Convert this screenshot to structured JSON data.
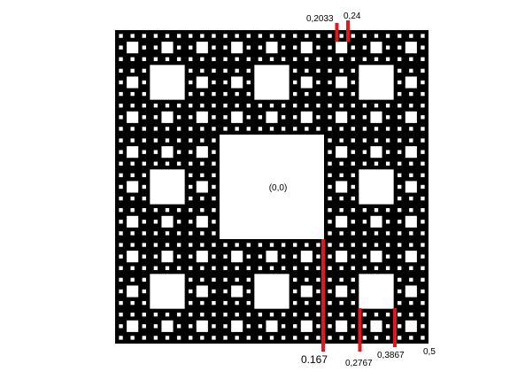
{
  "diagram": {
    "center_label": "(0,0)",
    "carpet_levels": 4,
    "colors": {
      "carpet": "#000000",
      "hole": "#ffffff",
      "marker": "#e8141c"
    },
    "marker_labels": [
      {
        "text": "0,2033"
      },
      {
        "text": "0,24"
      },
      {
        "text": "0.167"
      },
      {
        "text": "0,2767"
      },
      {
        "text": "0,3867"
      },
      {
        "text": "0,5"
      }
    ]
  }
}
